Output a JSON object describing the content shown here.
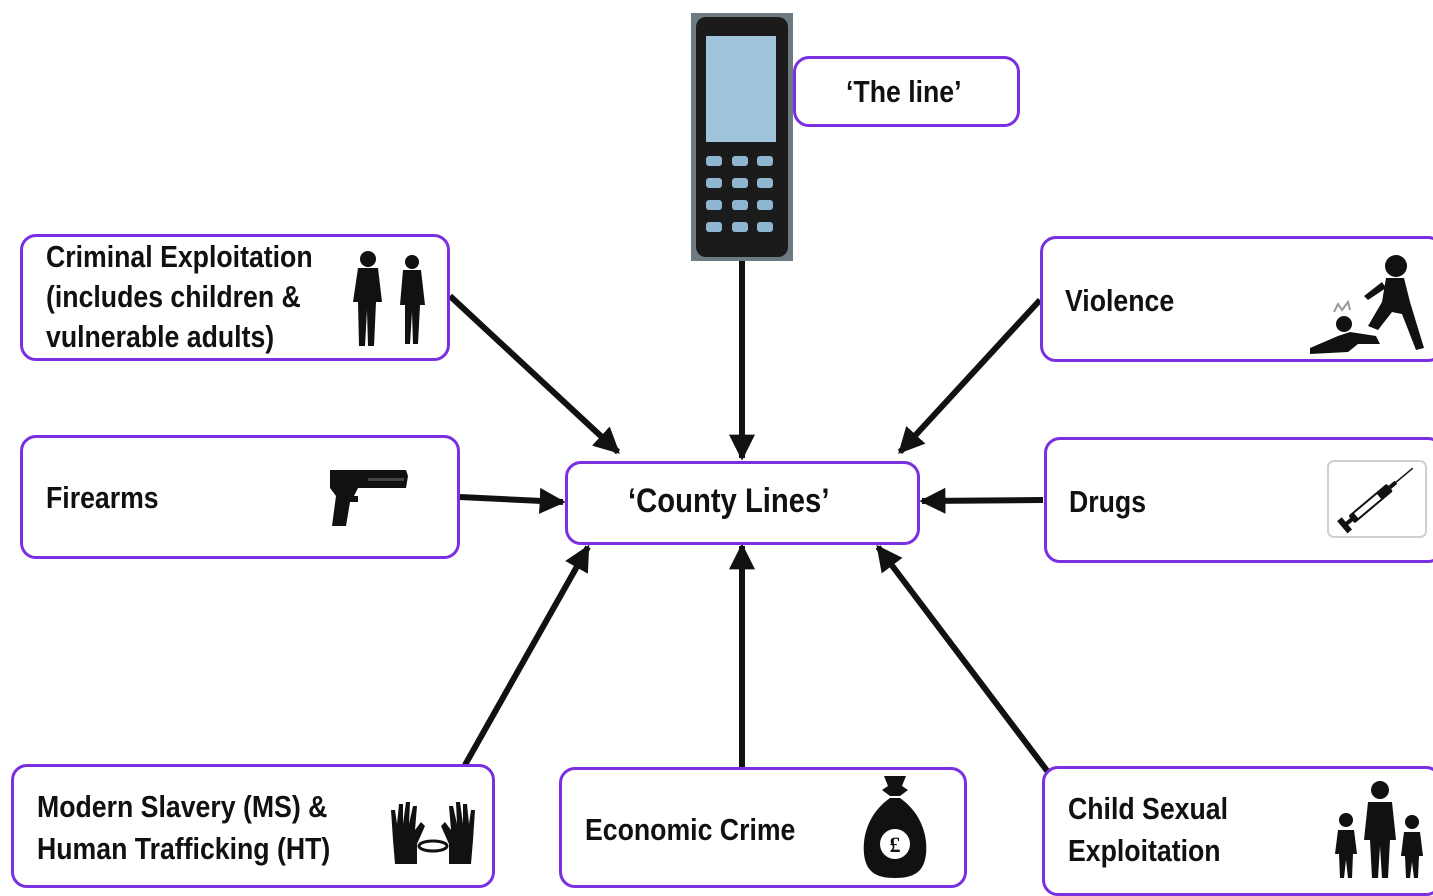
{
  "phone": {
    "label": "‘The line’"
  },
  "center": {
    "label": "‘County Lines’"
  },
  "nodes": {
    "criminal_exploitation": {
      "lines": [
        "Criminal Exploitation",
        "(includes children &",
        "vulnerable adults)"
      ],
      "icon": "people-walking-icon"
    },
    "firearms": {
      "lines": [
        "Firearms"
      ],
      "icon": "handgun-icon"
    },
    "modern_slavery": {
      "lines": [
        "Modern Slavery (MS) &",
        "Human Trafficking (HT)"
      ],
      "icon": "handcuffed-hands-icon"
    },
    "economic_crime": {
      "lines": [
        "Economic Crime"
      ],
      "icon": "money-bag-icon"
    },
    "child_sexual_exploitation": {
      "lines": [
        "Child Sexual",
        "Exploitation"
      ],
      "icon": "family-icon"
    },
    "drugs": {
      "lines": [
        "Drugs"
      ],
      "icon": "syringe-icon"
    },
    "violence": {
      "lines": [
        "Violence"
      ],
      "icon": "assault-icon"
    }
  },
  "colors": {
    "border": "#7a2fe0",
    "arrow": "#111111",
    "phone_body": "#1b1b1b",
    "phone_screen": "#9fc4dc",
    "phone_keys": "#8fb6d0"
  }
}
